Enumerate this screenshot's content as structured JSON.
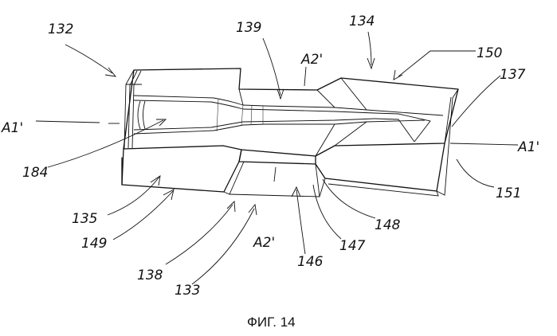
{
  "figure": {
    "caption": "ФИГ. 14",
    "labels": {
      "l132": "132",
      "l139": "139",
      "l134": "134",
      "l150": "150",
      "l137": "137",
      "a2_top": "A2'",
      "a1_left": "A1'",
      "a1_right": "A1'",
      "l184": "184",
      "l151": "151",
      "l135": "135",
      "l148": "148",
      "l147": "147",
      "l149": "149",
      "a2_bottom": "A2'",
      "l146": "146",
      "l138": "138",
      "l133": "133"
    }
  }
}
